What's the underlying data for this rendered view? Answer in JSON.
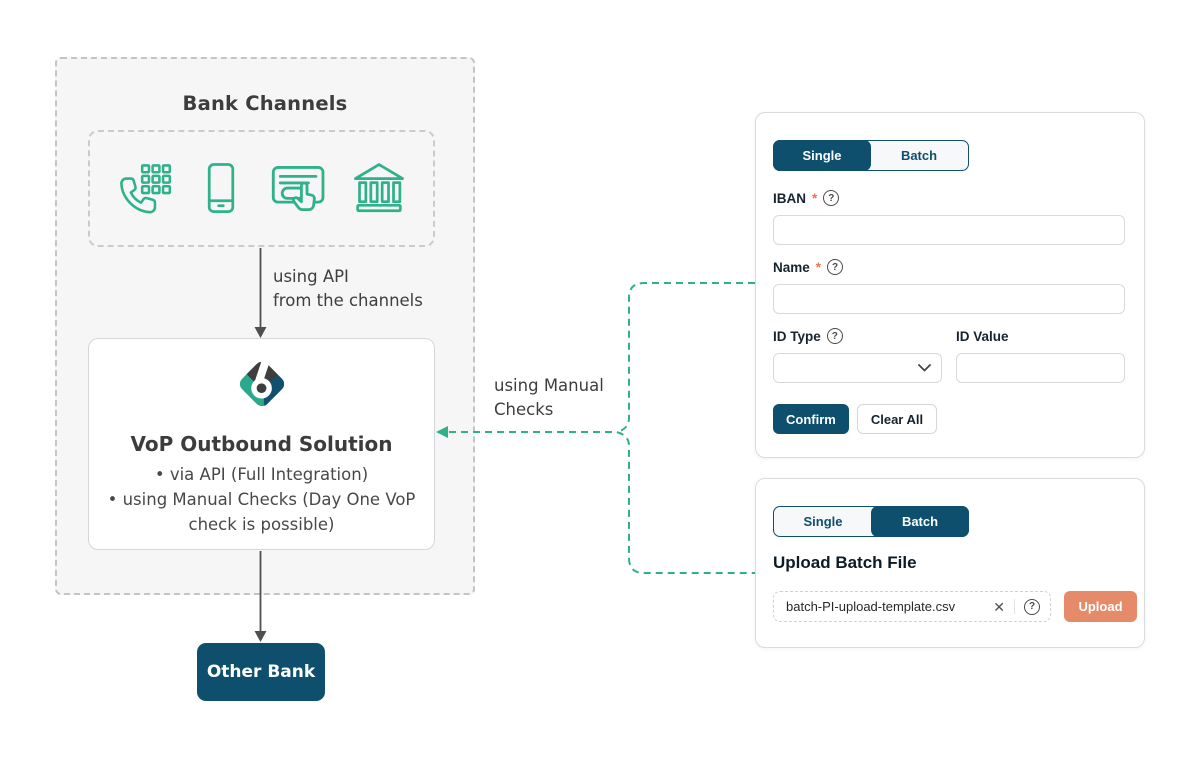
{
  "colors": {
    "navy": "#0e4f6e",
    "teal": "#2fb189",
    "salmon": "#e58b69"
  },
  "diagram": {
    "bank_channels_title": "Bank Channels",
    "channel_icons": [
      "phone-keypad-icon",
      "mobile-phone-icon",
      "card-click-icon",
      "bank-building-icon"
    ],
    "api_label_line1": "using API",
    "api_label_line2": "from the channels",
    "vop_title": "VoP Outbound Solution",
    "bullet_char": "•",
    "vop_bullet_1": "via API (Full Integration)",
    "vop_bullet_2": "using Manual Checks (Day One VoP check is possible)",
    "manual_label_line1": "using Manual",
    "manual_label_line2": "Checks",
    "other_bank": "Other Bank"
  },
  "single_panel": {
    "tab_single": "Single",
    "tab_batch": "Batch",
    "iban_label": "IBAN",
    "name_label": "Name",
    "id_type_label": "ID Type",
    "id_value_label": "ID Value",
    "required_mark": "*",
    "help_mark": "?",
    "iban_value": "",
    "name_value": "",
    "id_type_value": "",
    "id_value_value": "",
    "confirm_label": "Confirm",
    "clear_label": "Clear All"
  },
  "batch_panel": {
    "tab_single": "Single",
    "tab_batch": "Batch",
    "heading": "Upload Batch File",
    "file_name": "batch-PI-upload-template.csv",
    "clear_icon_char": "✕",
    "help_mark": "?",
    "upload_label": "Upload"
  }
}
